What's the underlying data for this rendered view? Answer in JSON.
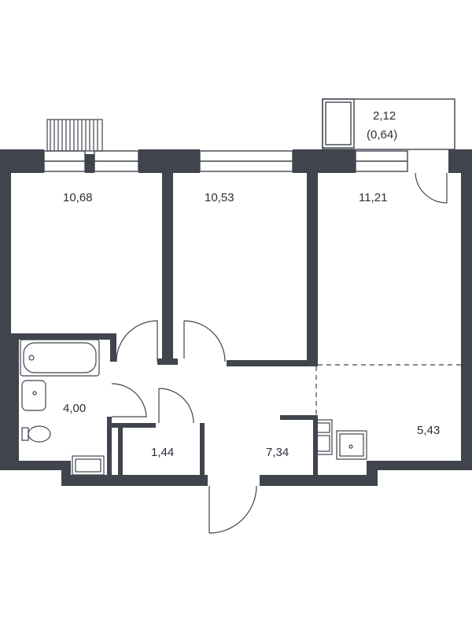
{
  "colors": {
    "wall": "#40444c",
    "line": "#40444c",
    "background": "#ffffff"
  },
  "rooms": {
    "bedroom_left": "10,68",
    "bedroom_middle": "10,53",
    "living_room": "11,21",
    "kitchen": "5,43",
    "bathroom": "4,00",
    "storage": "1,44",
    "hallway": "7,34",
    "balcony_area": "2,12",
    "balcony_coef": "(0,64)"
  }
}
